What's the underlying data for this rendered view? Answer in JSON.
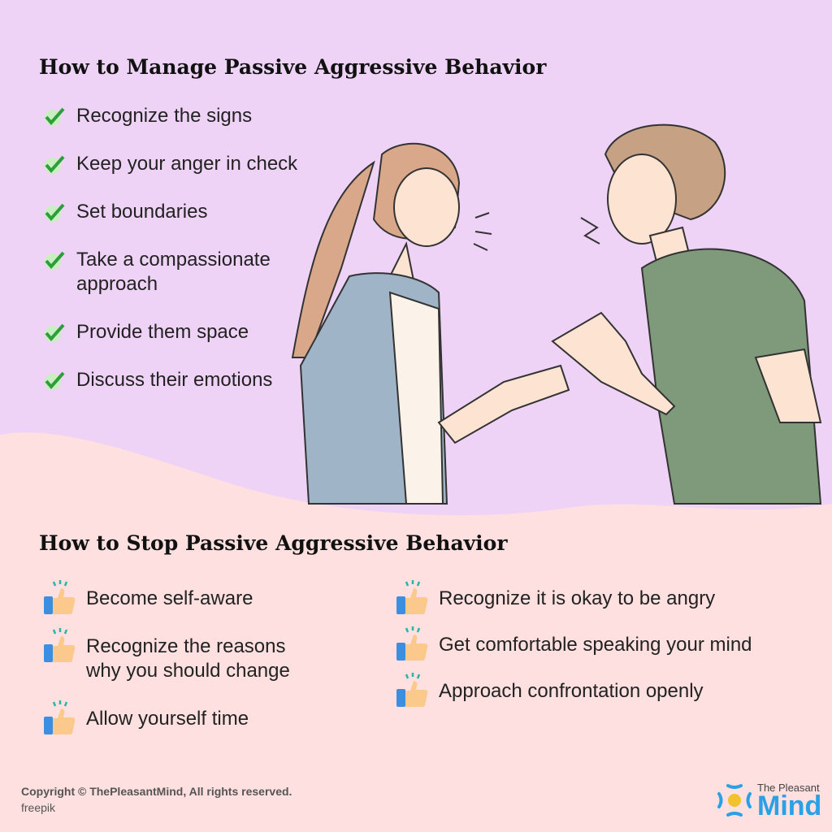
{
  "manage": {
    "title": "How to Manage Passive Aggressive Behavior",
    "items": [
      "Recognize the signs",
      "Keep your anger in check",
      "Set boundaries",
      "Take a compassionate approach",
      "Provide them space",
      "Discuss their emotions"
    ]
  },
  "stop": {
    "title": "How to Stop Passive Aggressive Behavior",
    "left": [
      "Become self-aware",
      "Recognize the reasons why you should change",
      "Allow yourself time"
    ],
    "right": [
      "Recognize it is okay to be angry",
      "Get comfortable speaking your mind",
      "Approach confrontation openly"
    ]
  },
  "footer": {
    "copyright": "Copyright © ThePleasantMind, All rights reserved.",
    "credit": "freepik"
  },
  "logo": {
    "line1": "The Pleasant",
    "line2": "Mind"
  },
  "colors": {
    "top_bg": "#efd3f7",
    "bottom_bg": "#fde0df",
    "check": "#2e9e3a",
    "brand": "#2aa0e6"
  }
}
